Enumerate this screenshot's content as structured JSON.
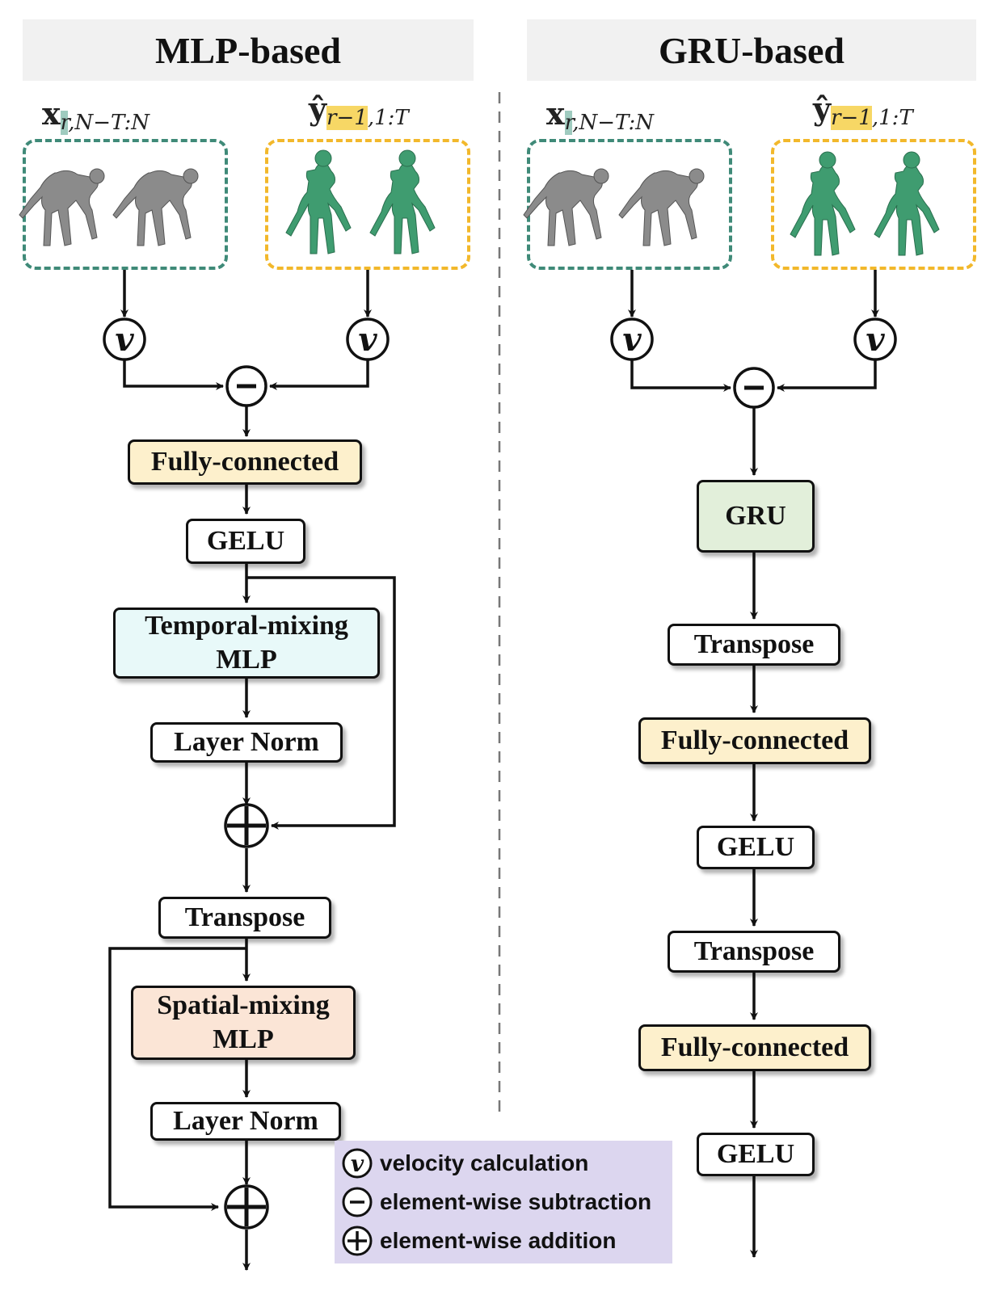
{
  "left_panel": {
    "title": "MLP-based",
    "input_x": {
      "base": "x",
      "sub_hl": "r",
      "sub_rest": ",N−T:N"
    },
    "input_y": {
      "base": "ŷ",
      "sub_hl": "r−1",
      "sub_rest": ",1:T"
    },
    "velocity_symbol": "v",
    "subtract_symbol": "−",
    "add_symbol": "+",
    "blocks": {
      "fc": "Fully-connected",
      "gelu": "GELU",
      "temporal_mlp": "Temporal-mixing MLP",
      "layer_norm_1": "Layer Norm",
      "transpose": "Transpose",
      "spatial_mlp": "Spatial-mixing MLP",
      "layer_norm_2": "Layer Norm"
    }
  },
  "right_panel": {
    "title": "GRU-based",
    "input_x": {
      "base": "x",
      "sub_hl": "r",
      "sub_rest": ",N−T:N"
    },
    "input_y": {
      "base": "ŷ",
      "sub_hl": "r−1",
      "sub_rest": ",1:T"
    },
    "velocity_symbol": "v",
    "subtract_symbol": "−",
    "blocks": {
      "gru": "GRU",
      "transpose_1": "Transpose",
      "fc_1": "Fully-connected",
      "gelu_1": "GELU",
      "transpose_2": "Transpose",
      "fc_2": "Fully-connected",
      "gelu_2": "GELU"
    }
  },
  "legend": {
    "velocity": "velocity calculation",
    "subtraction": "element-wise subtraction",
    "addition": "element-wise addition"
  },
  "colors": {
    "green_dash": "#3f8a78",
    "yellow_dash": "#f2b82b",
    "human_grey": "#8a8a8a",
    "human_green": "#3e9a6e",
    "fc_fill": "#fdf0cc",
    "temporal_fill": "#e8f9f9",
    "spatial_fill": "#fbe5d6",
    "gru_fill": "#e2efda",
    "legend_fill": "#dcd6ef"
  }
}
